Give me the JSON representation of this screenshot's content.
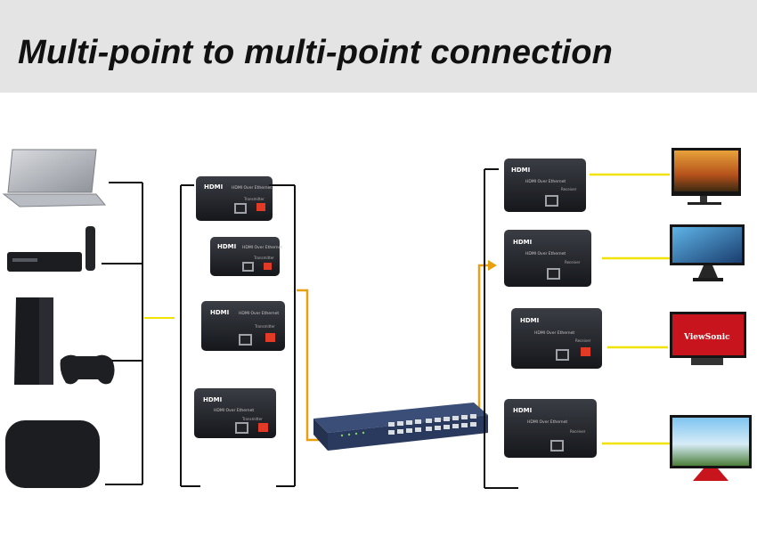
{
  "header": {
    "title": "Multi-point to multi-point connection"
  },
  "device_labels": {
    "hdmi_logo": "HDMI",
    "extender_name": "HDMI Over Ethernet",
    "transmitter_role": "Transmitter",
    "receiver_role": "Receiver"
  },
  "display_labels": {
    "viewsonic": "ViewSonic"
  },
  "colors": {
    "connector_line": "#f2e200",
    "network_cable": "#e8a010",
    "bracket": "#111111",
    "banner_bg": "#e4e4e4"
  },
  "icons": {
    "sources": [
      "laptop-icon",
      "dvd-player-icon",
      "game-console-icon",
      "media-box-icon"
    ],
    "switch": "network-switch-icon",
    "displays": [
      "monitor-icon",
      "monitor-icon",
      "monitor-icon",
      "monitor-icon"
    ]
  }
}
